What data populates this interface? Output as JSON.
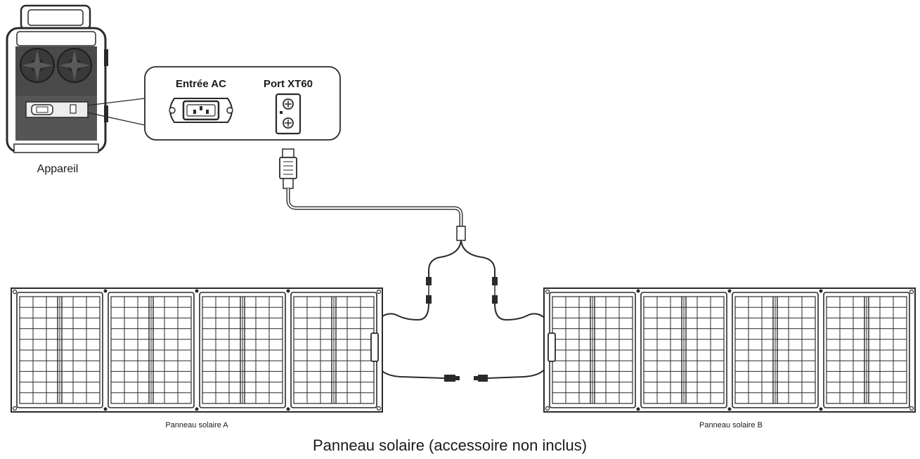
{
  "labels": {
    "device": "Appareil",
    "ac_input": "Entrée AC",
    "xt60_port": "Port XT60",
    "panel_a": "Panneau solaire A",
    "panel_b": "Panneau solaire B",
    "caption": "Panneau solaire (accessoire non inclus)"
  },
  "panels": [
    {
      "id": "A",
      "sections": 4
    },
    {
      "id": "B",
      "sections": 4
    }
  ],
  "colors": {
    "line": "#2a2a2a",
    "panel_frame": "#3a3a3a",
    "device_body": "#4a4a4a",
    "background": "#ffffff"
  }
}
